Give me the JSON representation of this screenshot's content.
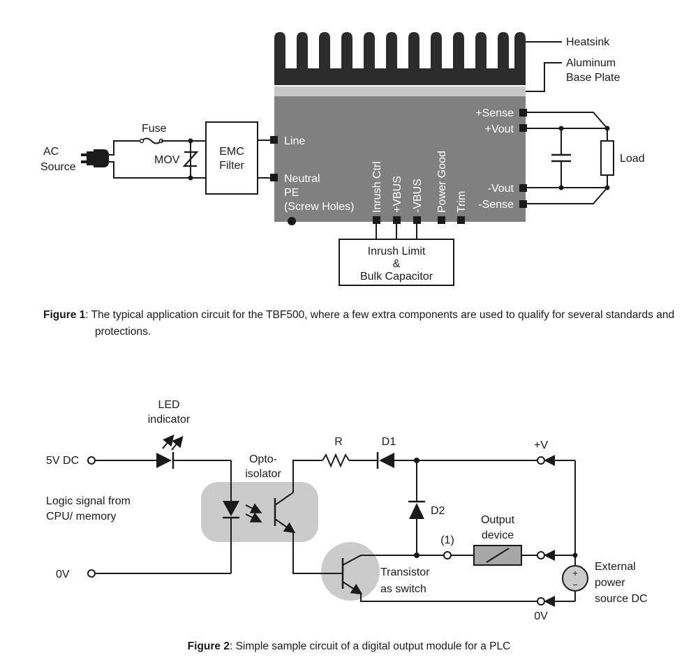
{
  "figure1": {
    "labels": {
      "heatsink": "Heatsink",
      "base_plate_1": "Aluminum",
      "base_plate_2": "Base Plate",
      "ac_source_1": "AC",
      "ac_source_2": "Source",
      "fuse": "Fuse",
      "mov": "MOV",
      "emc_1": "EMC",
      "emc_2": "Filter",
      "line": "Line",
      "neutral": "Neutral",
      "pe_1": "PE",
      "pe_2": "(Screw Holes)",
      "inrush_ctrl": "Inrush Ctrl",
      "vbus_plus": "+VBUS",
      "vbus_minus": "-VBUS",
      "power_good": "Power Good",
      "trim": "Trim",
      "sense_plus": "+Sense",
      "vout_plus": "+Vout",
      "vout_minus": "-Vout",
      "sense_minus": "-Sense",
      "load": "Load",
      "inrush_box_1": "Inrush Limit",
      "inrush_box_2": "&",
      "inrush_box_3": "Bulk Capacitor"
    },
    "caption_bold": "Figure 1",
    "caption_text": ": The typical application circuit for the TBF500, where a few extra components are used to qualify for several standards and protections."
  },
  "figure2": {
    "labels": {
      "led_1": "LED",
      "led_2": "indicator",
      "v5": "5V DC",
      "opto_1": "Opto-",
      "opto_2": "isolator",
      "logic_1": "Logic signal from",
      "logic_2": "CPU/ memory",
      "zero_v_left": "0V",
      "r": "R",
      "d1": "D1",
      "d2": "D2",
      "plus_v": "+V",
      "output_1": "Output",
      "output_2": "device",
      "node1": "(1)",
      "transistor_1": "Transistor",
      "transistor_2": "as switch",
      "external_1": "External",
      "external_2": "power",
      "external_3": "source DC",
      "zero_v_right": "0V",
      "plus_sign": "+",
      "minus_sign": "−"
    },
    "caption_bold": "Figure 2",
    "caption_text": ": Simple sample circuit of a digital output module for a PLC"
  },
  "colors": {
    "module_body": "#808080",
    "heatsink": "#2b2b2b",
    "base_plate": "#c8c8c8",
    "opto_highlight": "#cbcbcb",
    "wire": "#1a1a1a"
  }
}
